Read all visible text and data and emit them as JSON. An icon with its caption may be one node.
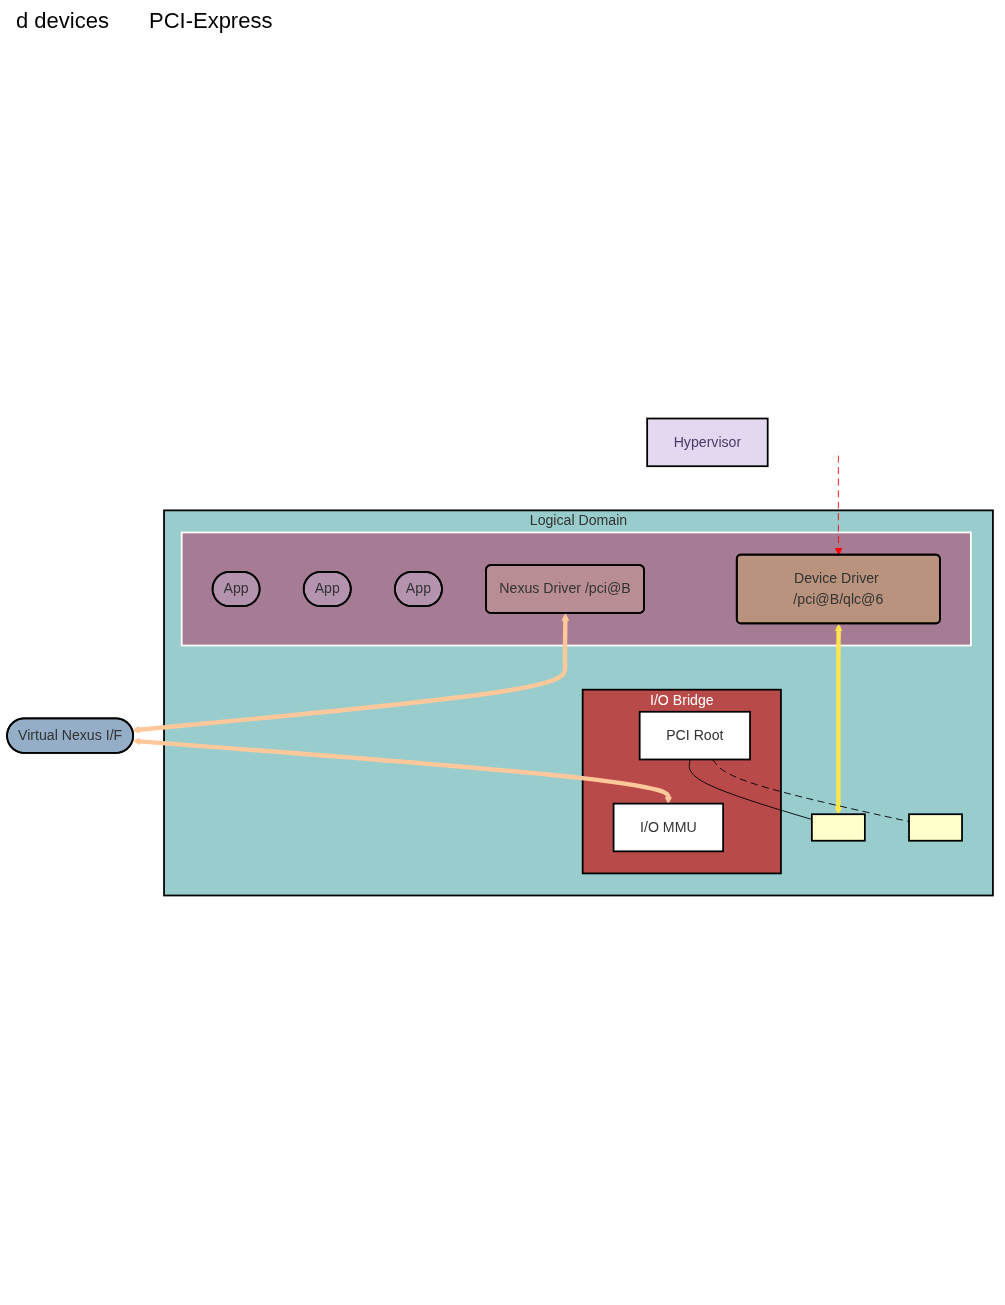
{
  "diagram": {
    "nodes": [
      {
        "text": [
          "Logical Domain"
        ]
      },
      {
        "text": [],
        "shape": "box",
        "in": 0
      },
      {
        "text": [
          "App"
        ],
        "in": 1
      },
      {
        "text": [
          "App"
        ],
        "in": 1
      },
      {
        "text": [
          "App"
        ],
        "in": 1
      },
      {
        "text": [
          "Device Driver /pci@B/qlc@6"
        ],
        "in": 1
      },
      {
        "text": [
          "Nexus Driver /pci@B"
        ],
        "in": 1
      },
      {
        "text": [
          "Hypervisor"
        ]
      },
      {
        "text": [
          "Virtual Nexus I/F"
        ]
      },
      {
        "text": [
          "I/O Bridge"
        ],
        "in": 0
      },
      {
        "text": [
          "I/O MMU"
        ],
        "in": 9
      },
      {
        "text": [
          "PCI Root"
        ],
        "in": 9
      },
      {
        "text": [],
        "shape": "box",
        "in": 0
      },
      {
        "text": [],
        "shape": "box",
        "in": 0
      }
    ],
    "edges": [
      {
        "from": null,
        "to": 5,
        "arrow": "to",
        "style": "dashed",
        "color": "#ff0000"
      },
      {
        "from": 6,
        "to": 8,
        "arrow": "both",
        "style": "thick",
        "color": "#ffc89a"
      },
      {
        "from": 8,
        "to": 10,
        "arrow": "both",
        "style": "thick",
        "color": "#ffc89a"
      },
      {
        "from": 5,
        "to": 12,
        "arrow": "both",
        "style": "thick",
        "color": "#ffe650"
      },
      {
        "from": 11,
        "to": 12,
        "arrow": "none",
        "color": "#000000"
      },
      {
        "from": 11,
        "to": 13,
        "arrow": "none",
        "style": "dashed",
        "color": "#000000"
      }
    ],
    "labels": [
      "d devices",
      "PCI-Express"
    ]
  }
}
